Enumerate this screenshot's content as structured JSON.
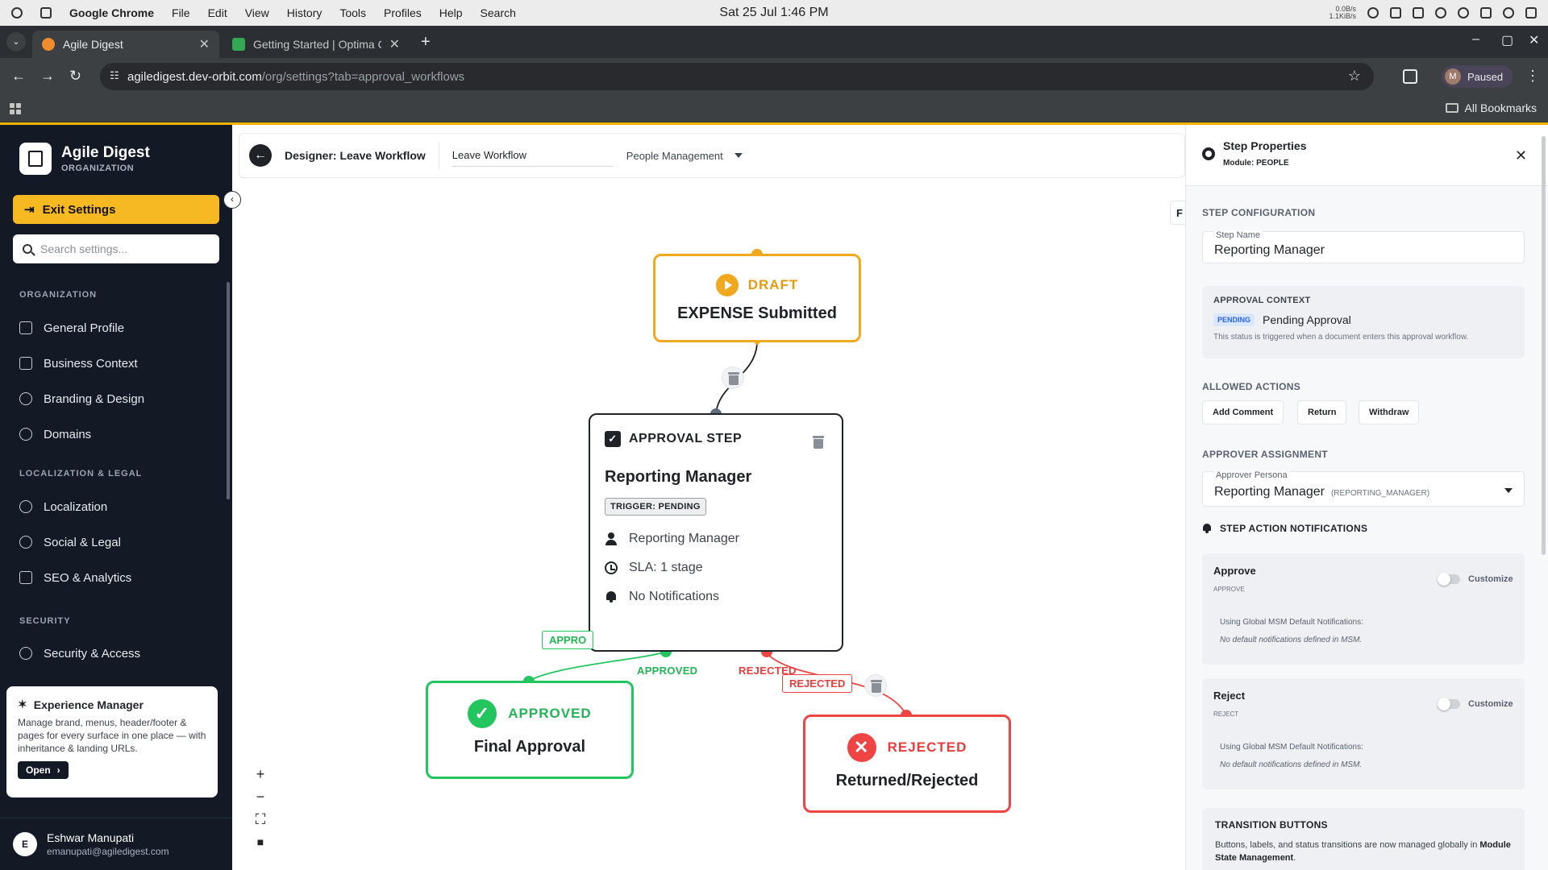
{
  "os": {
    "app_name": "Google Chrome",
    "menus": [
      "File",
      "Edit",
      "View",
      "History",
      "Tools",
      "Profiles",
      "Help",
      "Search"
    ],
    "clock": "Sat 25 Jul  1:46 PM",
    "net_up": "0.0B/s",
    "net_down": "1.1KiB/s"
  },
  "browser": {
    "tabs": [
      {
        "title": "Agile Digest",
        "favicon_color": "#3c4043"
      },
      {
        "title": "Getting Started | Optima C",
        "favicon_color": "#34a853"
      }
    ],
    "url_host": "agiledigest.dev-orbit.com",
    "url_path": "/org/settings?tab=approval_workflows",
    "profile_initial": "M",
    "profile_status": "Paused",
    "bookmarks_label": "All Bookmarks"
  },
  "sidebar": {
    "brand_name": "Agile Digest",
    "brand_sub": "ORGANIZATION",
    "exit_label": "Exit Settings",
    "search_placeholder": "Search settings...",
    "sections": {
      "organization": "ORGANIZATION",
      "localization": "LOCALIZATION & LEGAL",
      "security": "SECURITY"
    },
    "items": [
      {
        "label": "General Profile"
      },
      {
        "label": "Business Context"
      },
      {
        "label": "Branding & Design"
      },
      {
        "label": "Domains"
      },
      {
        "label": "Localization"
      },
      {
        "label": "Social & Legal"
      },
      {
        "label": "SEO & Analytics"
      },
      {
        "label": "Security & Access"
      }
    ],
    "experience": {
      "title": "Experience Manager",
      "description": "Manage brand, menus, header/footer & pages for every surface in one place — with inheritance & landing URLs.",
      "open_label": "Open"
    },
    "user": {
      "initial": "E",
      "name": "Eshwar Manupati",
      "email": "emanupati@agiledigest.com"
    }
  },
  "designer": {
    "title": "Designer: Leave Workflow",
    "workflow_name": "Leave Workflow",
    "module": "People Management",
    "right_button_partial": "F"
  },
  "canvas": {
    "draft": {
      "tag": "DRAFT",
      "title": "EXPENSE Submitted"
    },
    "step": {
      "header": "APPROVAL STEP",
      "title": "Reporting Manager",
      "trigger": "TRIGGER: PENDING",
      "approver": "Reporting Manager",
      "sla": "SLA: 1 stage",
      "notifications": "No Notifications"
    },
    "approved": {
      "tag": "APPROVED",
      "title": "Final Approval"
    },
    "rejected": {
      "tag": "REJECTED",
      "title": "Returned/Rejected"
    },
    "edges": {
      "approved_label": "APPROVED",
      "rejected_label": "REJECTED",
      "approved_chip_partial": "APPRO",
      "rejected_chip": "REJECTED"
    },
    "zoom": {
      "in": "+",
      "out": "−"
    }
  },
  "panel": {
    "title": "Step Properties",
    "module": "Module: PEOPLE",
    "step_config_title": "STEP CONFIGURATION",
    "step_name_label": "Step Name",
    "step_name_value": "Reporting Manager",
    "context": {
      "title": "APPROVAL CONTEXT",
      "badge": "PENDING",
      "status": "Pending Approval",
      "note": "This status is triggered when a document enters this approval workflow."
    },
    "allowed_actions_title": "ALLOWED ACTIONS",
    "actions": [
      "Add Comment",
      "Return",
      "Withdraw"
    ],
    "assignment_title": "APPROVER ASSIGNMENT",
    "persona_label": "Approver Persona",
    "persona_value": "Reporting Manager",
    "persona_code": "(REPORTING_MANAGER)",
    "notifications_title": "STEP ACTION NOTIFICATIONS",
    "notifications": [
      {
        "name": "Approve",
        "code": "APPROVE",
        "customize": "Customize",
        "using": "Using Global MSM Default Notifications:",
        "none": "No default notifications defined in MSM."
      },
      {
        "name": "Reject",
        "code": "REJECT",
        "customize": "Customize",
        "using": "Using Global MSM Default Notifications:",
        "none": "No default notifications defined in MSM."
      }
    ],
    "transition": {
      "title": "TRANSITION BUTTONS",
      "desc": "Buttons, labels, and status transitions are now managed globally in",
      "desc_bold": "Module State Management",
      "desc_end": "."
    }
  },
  "colors": {
    "accent": "#f5b400",
    "draft": "#f0a81e",
    "approved": "#22c55e",
    "rejected": "#ef4444",
    "sidebar_bg": "#131a26"
  }
}
